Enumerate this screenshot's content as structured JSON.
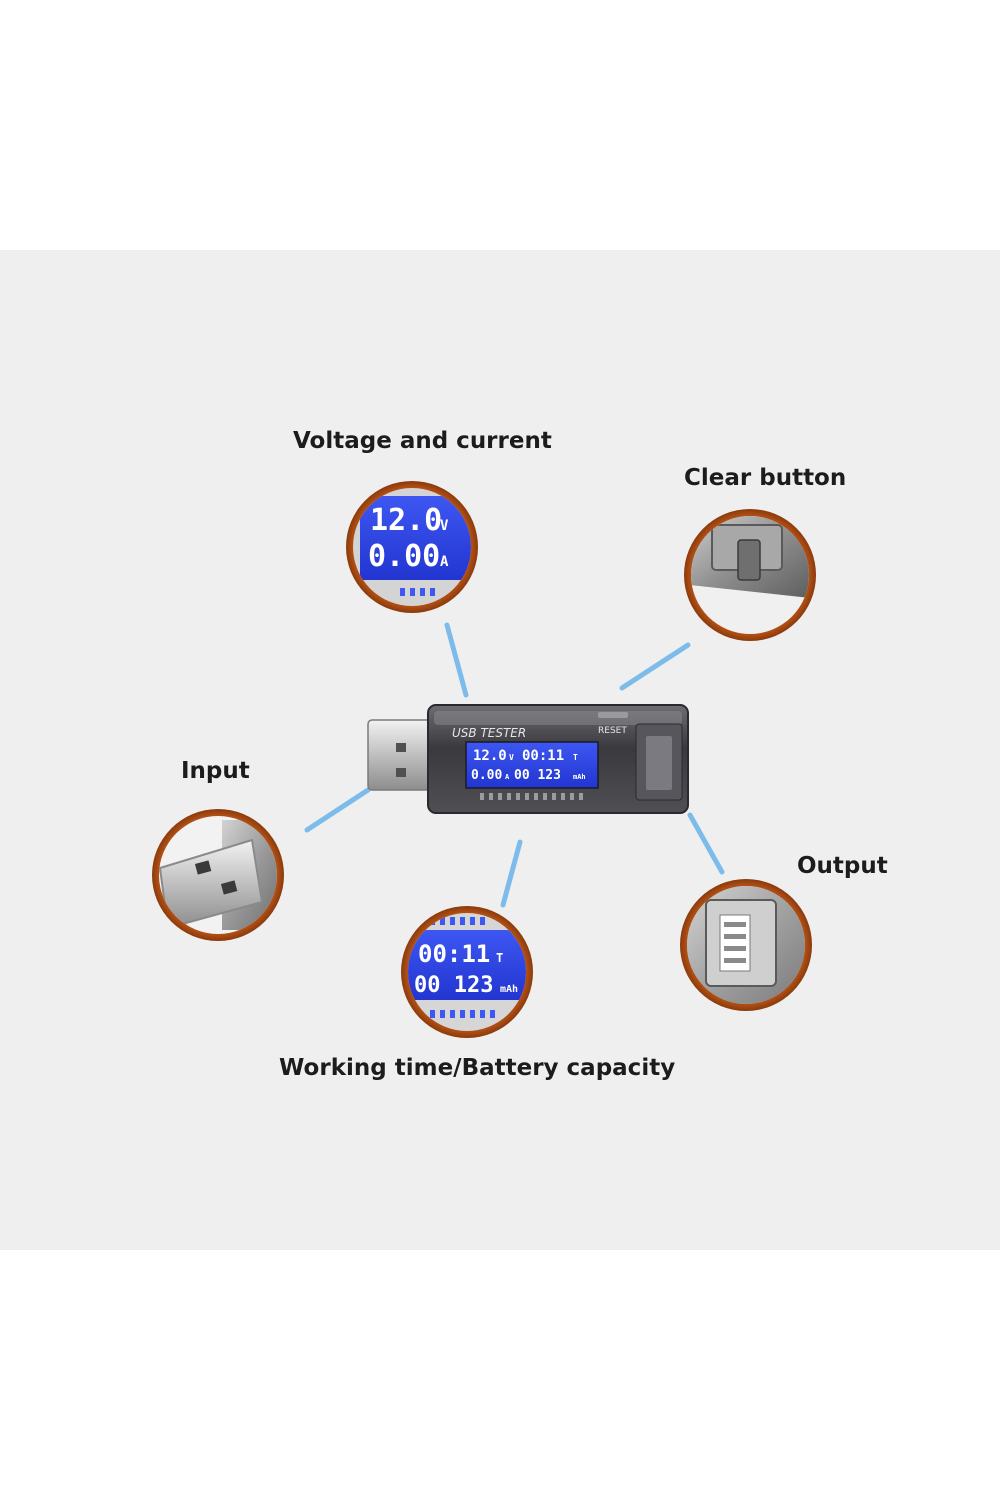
{
  "labels": {
    "voltage_current": "Voltage and current",
    "clear_button": "Clear button",
    "input": "Input",
    "output": "Output",
    "working_time": "Working time/Battery capacity"
  },
  "device": {
    "brand": "USB TESTER",
    "reset": "RESET",
    "voltage": "12.0",
    "voltage_unit": "V",
    "current": "0.00",
    "current_unit": "A",
    "time": "00:11",
    "time_unit": "T",
    "capacity": "00 123",
    "capacity_unit": "mAh"
  },
  "colors": {
    "ring": "#d9651e",
    "lcd": "#2f45e8",
    "connector": "#6ab4ea",
    "background": "#efefef"
  }
}
